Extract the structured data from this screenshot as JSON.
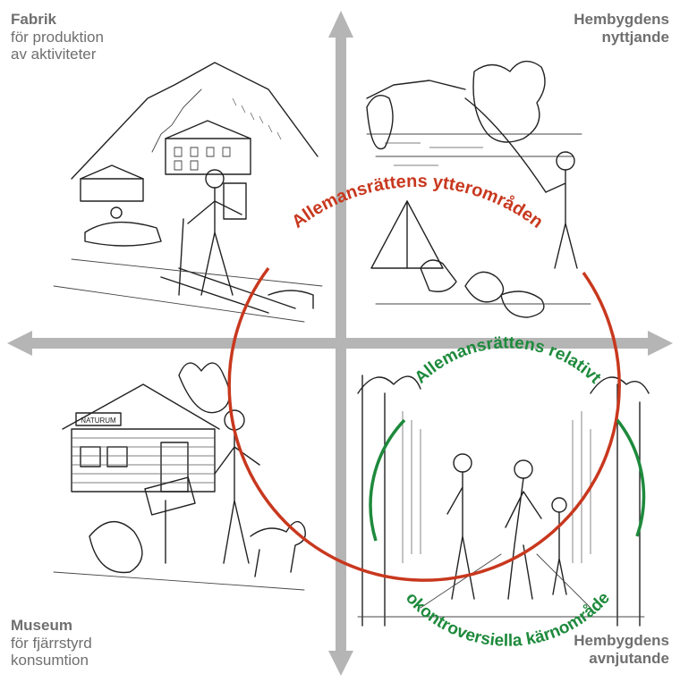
{
  "corners": {
    "top_left": {
      "title": "Fabrik",
      "line1": "för produktion",
      "line2": "av aktiviteter"
    },
    "top_right": {
      "title": "Hembygdens",
      "line1": "nyttjande"
    },
    "bottom_left": {
      "title": "Museum",
      "line1": "för fjärrstyrd",
      "line2": "konsumtion"
    },
    "bottom_right": {
      "title": "Hembygdens",
      "line1": "avnjutande"
    }
  },
  "outer_circle": {
    "label": "Allemansrättens ytterområden",
    "color": "#c8381e"
  },
  "inner_circle": {
    "label_top": "Allemansrättens relativt",
    "label_bottom": "okontroversiella kärnområde",
    "color": "#1e8a3c"
  },
  "axis_color": "#b5b5b5",
  "icons": [
    "factory-ski-scene",
    "fishing-camp-scene",
    "nature-museum-scene",
    "forest-walk-scene"
  ]
}
